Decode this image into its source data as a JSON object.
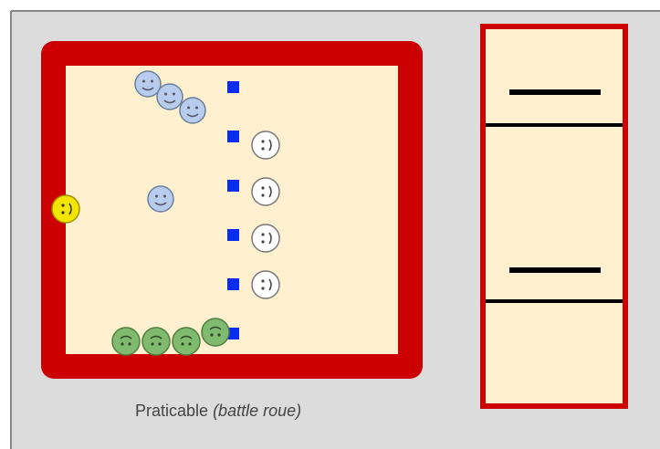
{
  "diagram": {
    "caption": {
      "main": "Praticable",
      "italic": "(battle roue)"
    },
    "colors": {
      "background": "#dcdcdc",
      "frame": "#cc0000",
      "floor": "#fff0cf",
      "marker": "#0a2cf0",
      "team_blue": "#b8cdee",
      "team_green": "#7fba6e",
      "referee_yellow": "#f2e600",
      "player_white": "#ffffff",
      "line": "#000000"
    },
    "markers_count": 6,
    "players": {
      "blue_faces": 4,
      "white_faces": 4,
      "green_faces": 4,
      "yellow_faces": 1
    },
    "side_panel": {
      "sections": 3,
      "bars": 2
    }
  }
}
